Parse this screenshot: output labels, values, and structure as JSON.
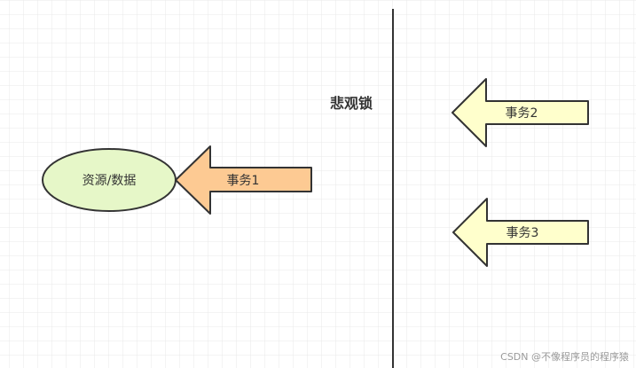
{
  "diagram": {
    "title": "悲观锁",
    "resource_label": "资源/数据",
    "transactions": [
      {
        "label": "事务1",
        "fill": "#fdca93"
      },
      {
        "label": "事务2",
        "fill": "#ffffcc"
      },
      {
        "label": "事务3",
        "fill": "#ffffcc"
      }
    ],
    "resource_fill": "#e6f7c8",
    "stroke_color": "#333333"
  },
  "watermark": "CSDN @不像程序员的程序猿"
}
